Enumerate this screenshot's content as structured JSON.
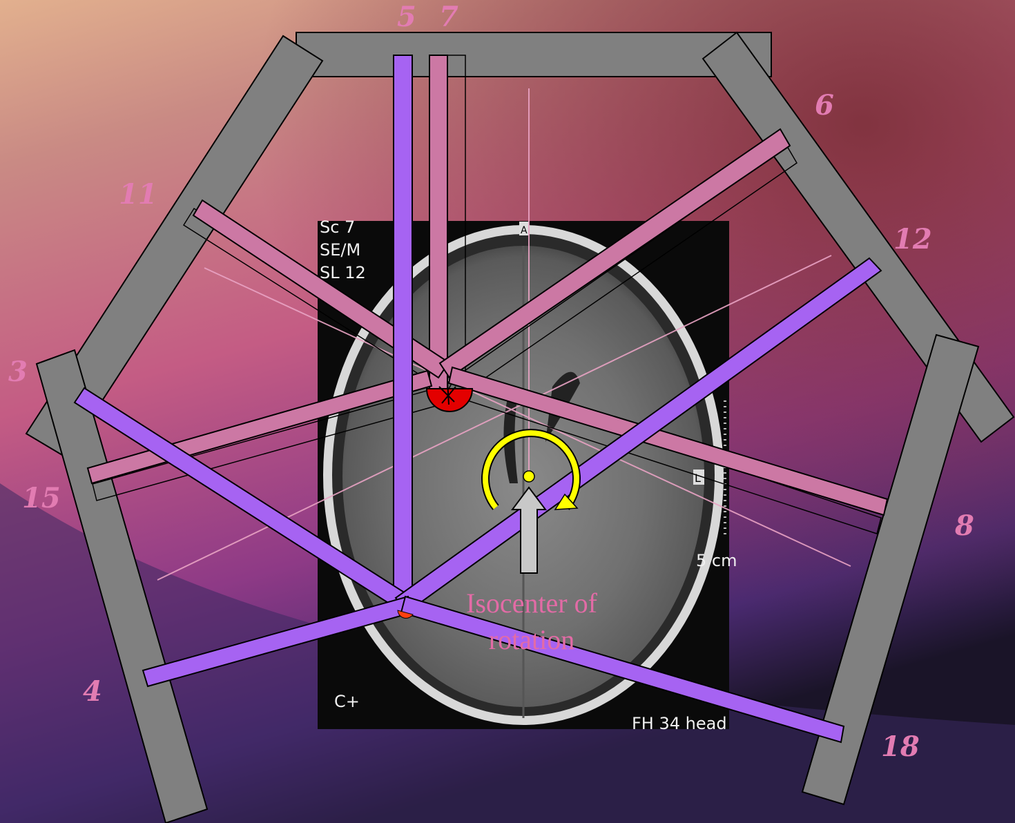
{
  "colors": {
    "gantry_gray": "#808080",
    "beam_pink": "#cc78a4",
    "beam_purple": "#a663f2",
    "target_red": "#e30000",
    "arrow_yellow": "#ffff00",
    "label_pink": "#e27cb2",
    "iso_text": "#e36ba6"
  },
  "beam_labels": {
    "b5": "5",
    "b7": "7",
    "b6": "6",
    "b11": "11",
    "b12": "12",
    "b3": "3",
    "b15": "15",
    "b8": "8",
    "b4": "4",
    "b18": "18"
  },
  "mri_overlay": {
    "line1": "Sc 7",
    "line2": "SE/M",
    "line3": "SL 12",
    "orient_a": "A",
    "orient_l": "L",
    "scale": "5 cm",
    "contrast": "C+",
    "footer": "FH 34 head"
  },
  "isocenter_label": {
    "line1": "Isocenter of",
    "line2": "rotation"
  }
}
